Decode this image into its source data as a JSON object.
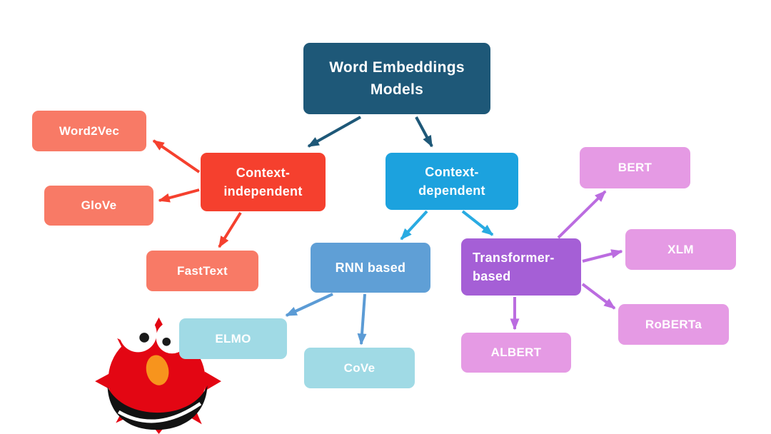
{
  "page": {
    "background": "#ffffff"
  },
  "diagram": {
    "nodes": {
      "root": {
        "label": "Word Embeddings Models",
        "lines": [
          "Word Embeddings",
          "Models"
        ],
        "bg": "#1e5878"
      },
      "context_independent": {
        "label": "Context-independent",
        "lines": [
          "Context-",
          "independent"
        ],
        "bg": "#f5402e"
      },
      "context_dependent": {
        "label": "Context-dependent",
        "lines": [
          "Context-",
          "dependent"
        ],
        "bg": "#1ca2de"
      },
      "word2vec": {
        "label": "Word2Vec",
        "bg": "#f87a66"
      },
      "glove": {
        "label": "GloVe",
        "bg": "#f87a66"
      },
      "fasttext": {
        "label": "FastText",
        "bg": "#f87a66"
      },
      "rnn_based": {
        "label": "RNN based",
        "bg": "#5f9fd6"
      },
      "transformer_based": {
        "label": "Transformer-based",
        "lines": [
          "Transformer-",
          "based"
        ],
        "bg": "#a55fd6"
      },
      "elmo": {
        "label": "ELMO",
        "bg": "#a0dae5"
      },
      "cove": {
        "label": "CoVe",
        "bg": "#a0dae5"
      },
      "bert": {
        "label": "BERT",
        "bg": "#e59ae4"
      },
      "xlm": {
        "label": "XLM",
        "bg": "#e59ae4"
      },
      "roberta": {
        "label": "RoBERTa",
        "bg": "#e59ae4"
      },
      "albert": {
        "label": "ALBERT",
        "bg": "#e59ae4"
      }
    },
    "edges": [
      {
        "from": "root",
        "to": "context_independent"
      },
      {
        "from": "root",
        "to": "context_dependent"
      },
      {
        "from": "context_independent",
        "to": "word2vec"
      },
      {
        "from": "context_independent",
        "to": "glove"
      },
      {
        "from": "context_independent",
        "to": "fasttext"
      },
      {
        "from": "context_dependent",
        "to": "rnn_based"
      },
      {
        "from": "context_dependent",
        "to": "transformer_based"
      },
      {
        "from": "rnn_based",
        "to": "elmo"
      },
      {
        "from": "rnn_based",
        "to": "cove"
      },
      {
        "from": "transformer_based",
        "to": "bert"
      },
      {
        "from": "transformer_based",
        "to": "xlm"
      },
      {
        "from": "transformer_based",
        "to": "roberta"
      },
      {
        "from": "transformer_based",
        "to": "albert"
      }
    ],
    "colors": {
      "arrow_navy": "#1e5878",
      "arrow_red": "#f5402e",
      "arrow_blue": "#29abe2",
      "arrow_steel": "#5b9bd5",
      "arrow_purple": "#bb6ce0",
      "node_text": "#ffffff"
    },
    "mascot": {
      "name": "Elmo character",
      "fur": "#e30613",
      "eye": "#ffffff",
      "pupil": "#1a1a1a",
      "nose": "#f7941d",
      "mouth": "#121212",
      "lip": "#ffffff"
    }
  }
}
